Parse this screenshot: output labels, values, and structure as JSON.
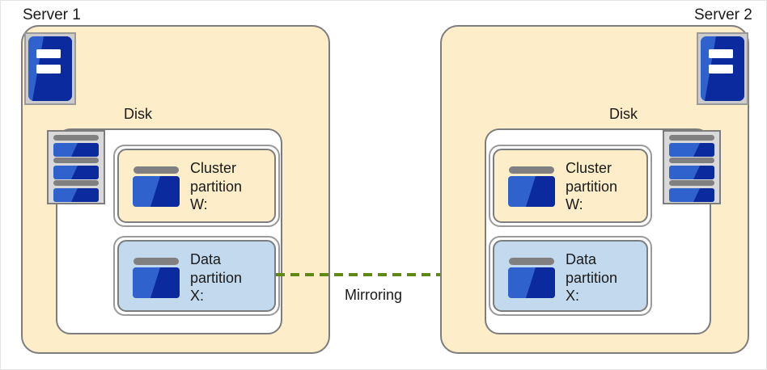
{
  "diagram": {
    "title_left": "Server 1",
    "title_right": "Server 2",
    "colors": {
      "server_fill": "#fdeec9",
      "disk_fill": "#ffffff",
      "cluster_partition_fill": "#fdeec9",
      "data_partition_fill": "#c3d9ee",
      "border": "#7d7d7d",
      "mirror_arrow": "#5f8a11",
      "icon_blue_light": "#2f62cc",
      "icon_blue_dark": "#0a2a9e",
      "icon_gray": "#808080"
    }
  },
  "left_server": {
    "label": "Server 1",
    "server_icon_name": "server-tower-icon",
    "disk": {
      "label": "Disk",
      "array_icon_name": "disk-array-icon",
      "partitions": [
        {
          "kind": "cluster",
          "icon_name": "drive-icon",
          "line1": "Cluster",
          "line2": "partition",
          "line3": "W:"
        },
        {
          "kind": "data",
          "icon_name": "drive-icon",
          "line1": "Data",
          "line2": "partition",
          "line3": "X:"
        }
      ]
    }
  },
  "right_server": {
    "label": "Server 2",
    "server_icon_name": "server-tower-icon",
    "disk": {
      "label": "Disk",
      "array_icon_name": "disk-array-icon",
      "partitions": [
        {
          "kind": "cluster",
          "icon_name": "drive-icon",
          "line1": "Cluster",
          "line2": "partition",
          "line3": "W:"
        },
        {
          "kind": "data",
          "icon_name": "drive-icon",
          "line1": "Data",
          "line2": "partition",
          "line3": "X:"
        }
      ]
    }
  },
  "mirroring": {
    "label": "Mirroring",
    "direction": "left-to-right",
    "style": "dashed"
  }
}
